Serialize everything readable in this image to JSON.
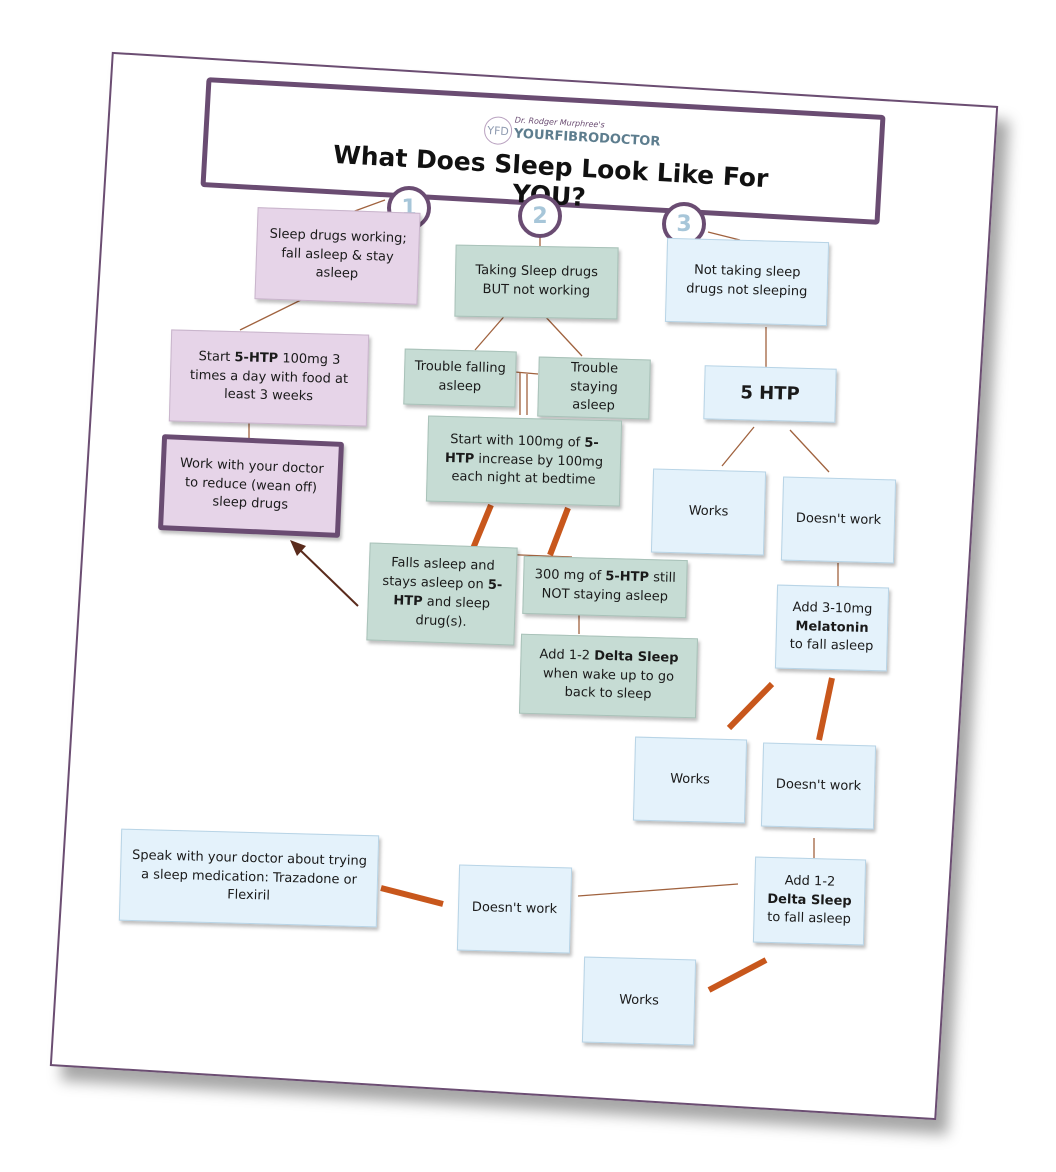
{
  "logo": {
    "monogram": "YFD",
    "tagline": "Dr. Rodger Murphree's",
    "brand": "YOURFIBRODOCTOR"
  },
  "title": "What Does Sleep Look Like For YOU?",
  "columns": {
    "one": {
      "number": "1"
    },
    "two": {
      "number": "2"
    },
    "three": {
      "number": "3"
    }
  },
  "nodes": {
    "c1_top": {
      "text": "Sleep drugs working; fall asleep & stay asleep"
    },
    "c1_5htp": {
      "pre": "Start ",
      "bold": "5-HTP",
      "post": " 100mg 3 times a day with food at least 3 weeks"
    },
    "c1_wean": {
      "text": "Work with your doctor to reduce (wean off) sleep drugs"
    },
    "c2_top": {
      "text": "Taking Sleep drugs BUT not working"
    },
    "c2_falling": {
      "text": "Trouble falling asleep"
    },
    "c2_staying": {
      "text": "Trouble staying asleep"
    },
    "c2_start": {
      "pre": "Start with 100mg of ",
      "bold": "5-HTP",
      "post": " increase by 100mg each night at bedtime"
    },
    "c2_falls": {
      "pre": "Falls asleep and stays asleep on ",
      "bold": "5-HTP",
      "post": " and sleep drug(s)."
    },
    "c2_300": {
      "pre": "300 mg of ",
      "bold": "5-HTP",
      "post": " still NOT staying asleep"
    },
    "c2_delta": {
      "pre": "Add 1-2 ",
      "bold": "Delta Sleep",
      "post": " when wake up to go back to sleep"
    },
    "c3_top": {
      "text": "Not taking sleep drugs not sleeping"
    },
    "c3_5htp": {
      "text": "5 HTP"
    },
    "c3_works1": {
      "text": "Works"
    },
    "c3_doesnt1": {
      "text": "Doesn't work"
    },
    "c3_melatonin": {
      "pre": "Add 3-10mg ",
      "bold": "Melatonin",
      "post": " to fall asleep"
    },
    "c3_works2": {
      "text": "Works"
    },
    "c3_doesnt2": {
      "text": "Doesn't work"
    },
    "c3_delta": {
      "pre": "Add 1-2 ",
      "bold": "Delta Sleep",
      "post": " to fall asleep"
    },
    "c3_doesnt3": {
      "text": "Doesn't work"
    },
    "c3_works3": {
      "text": "Works"
    },
    "c3_doctor": {
      "text": "Speak with your doctor about trying a sleep medication: Trazadone or Flexiril"
    }
  },
  "colors": {
    "frame": "#6a4c72",
    "lavender": "#e6d4e8",
    "sage": "#c6dcd4",
    "sky": "#e4f2fb",
    "thin_connector": "#a0623e",
    "thick_connector": "#c8571c",
    "arrow": "#5a2b1c"
  }
}
